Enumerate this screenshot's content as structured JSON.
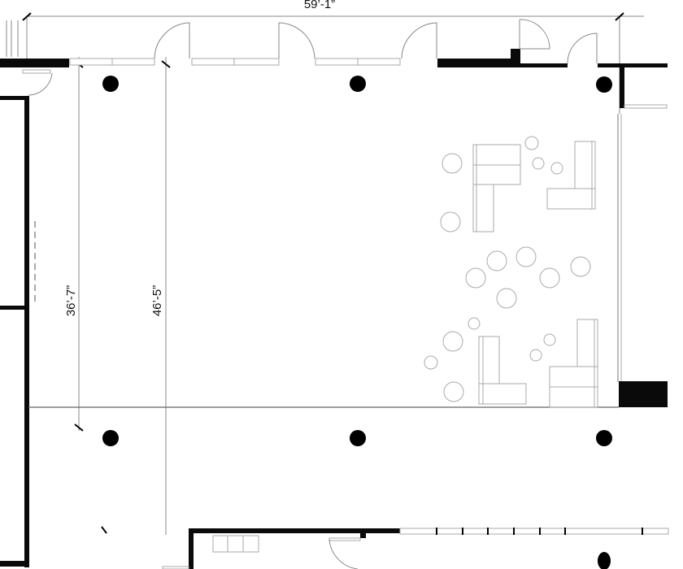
{
  "dimensions": {
    "width_label": "59’-1”",
    "depth_left_label": "36’-7”",
    "depth_right_label": "46’-5”"
  },
  "colors": {
    "wall": "#0a0a0a",
    "furniture": "#aaaaaa",
    "dimension_line": "#888888"
  }
}
